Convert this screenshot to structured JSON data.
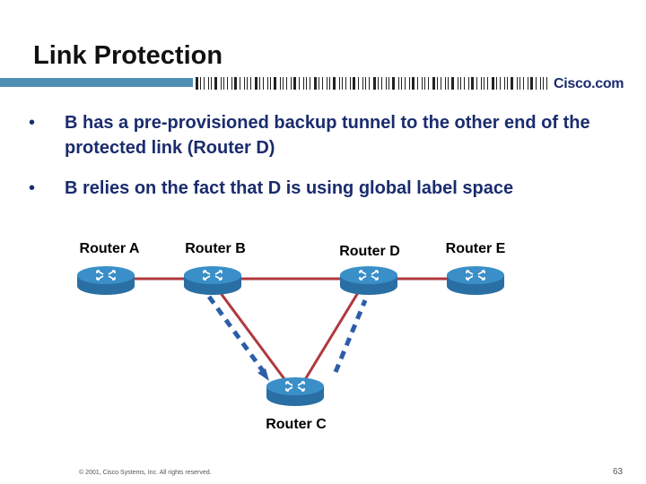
{
  "slide": {
    "title": "Link Protection",
    "brand": "Cisco.com",
    "bullets": [
      {
        "symbol": "•",
        "text": "B has a pre-provisioned backup tunnel to the other end of the protected link (Router D)"
      },
      {
        "symbol": "•",
        "text": "B relies on the fact that D is using global label space"
      }
    ],
    "footer": "© 2001, Cisco Systems, Inc. All rights reserved.",
    "page_number": "63"
  },
  "diagram": {
    "routers": [
      {
        "id": "A",
        "label": "Router A"
      },
      {
        "id": "B",
        "label": "Router B"
      },
      {
        "id": "D",
        "label": "Router D"
      },
      {
        "id": "E",
        "label": "Router E"
      },
      {
        "id": "C",
        "label": "Router C"
      }
    ],
    "colors": {
      "header_bar": "#4f8fb5",
      "link": "#b0383f",
      "tunnel": "#2c5da8",
      "router_body": "#3a8fc8",
      "bullet_text": "#1a2c6e"
    }
  }
}
